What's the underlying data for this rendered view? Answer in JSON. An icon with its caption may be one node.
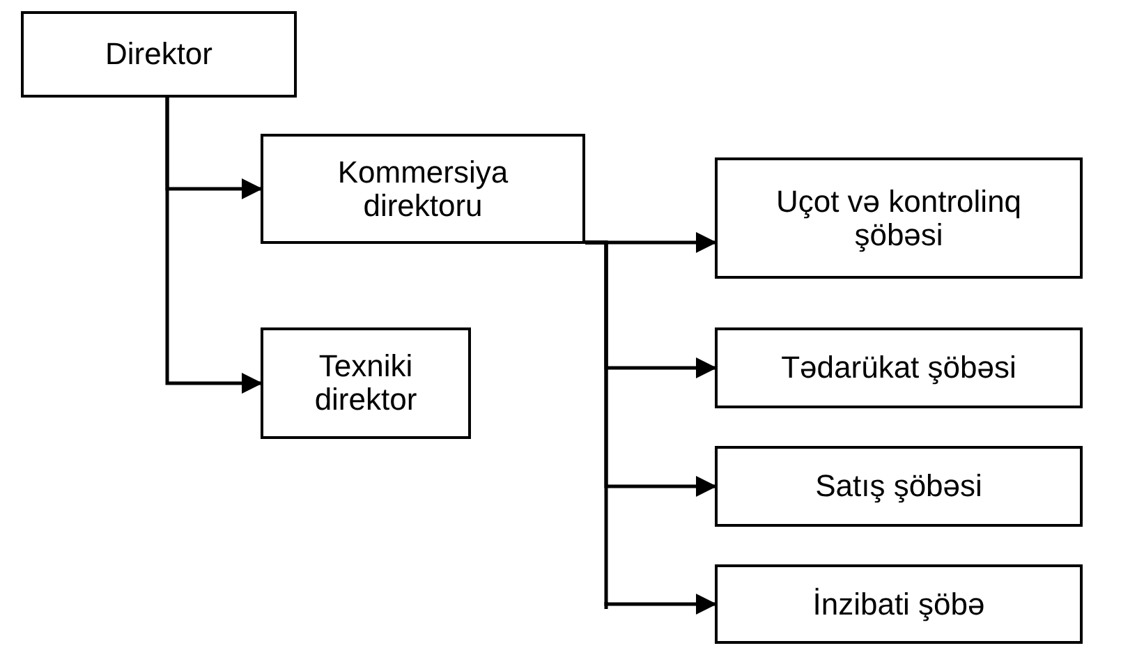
{
  "diagram": {
    "nodes": [
      {
        "text": [
          "Direktor"
        ]
      },
      {
        "text": [
          "Kommersiya direktoru"
        ]
      },
      {
        "text": [
          "Texniki direktor"
        ]
      },
      {
        "text": [
          "Uçot və kontrolinq şöbəsi"
        ]
      },
      {
        "text": [
          "Tədarükat şöbəsi"
        ]
      },
      {
        "text": [
          "Satış şöbəsi"
        ]
      },
      {
        "text": [
          "İnzibati şöbə"
        ]
      }
    ],
    "edges": [
      {
        "from": 0,
        "to": 1,
        "arrow": "to"
      },
      {
        "from": 0,
        "to": 2,
        "arrow": "to"
      },
      {
        "from": 1,
        "to": 3,
        "arrow": "to"
      },
      {
        "from": 1,
        "to": 4,
        "arrow": "to"
      },
      {
        "from": 1,
        "to": 5,
        "arrow": "to"
      },
      {
        "from": 1,
        "to": 6,
        "arrow": "to"
      }
    ]
  }
}
